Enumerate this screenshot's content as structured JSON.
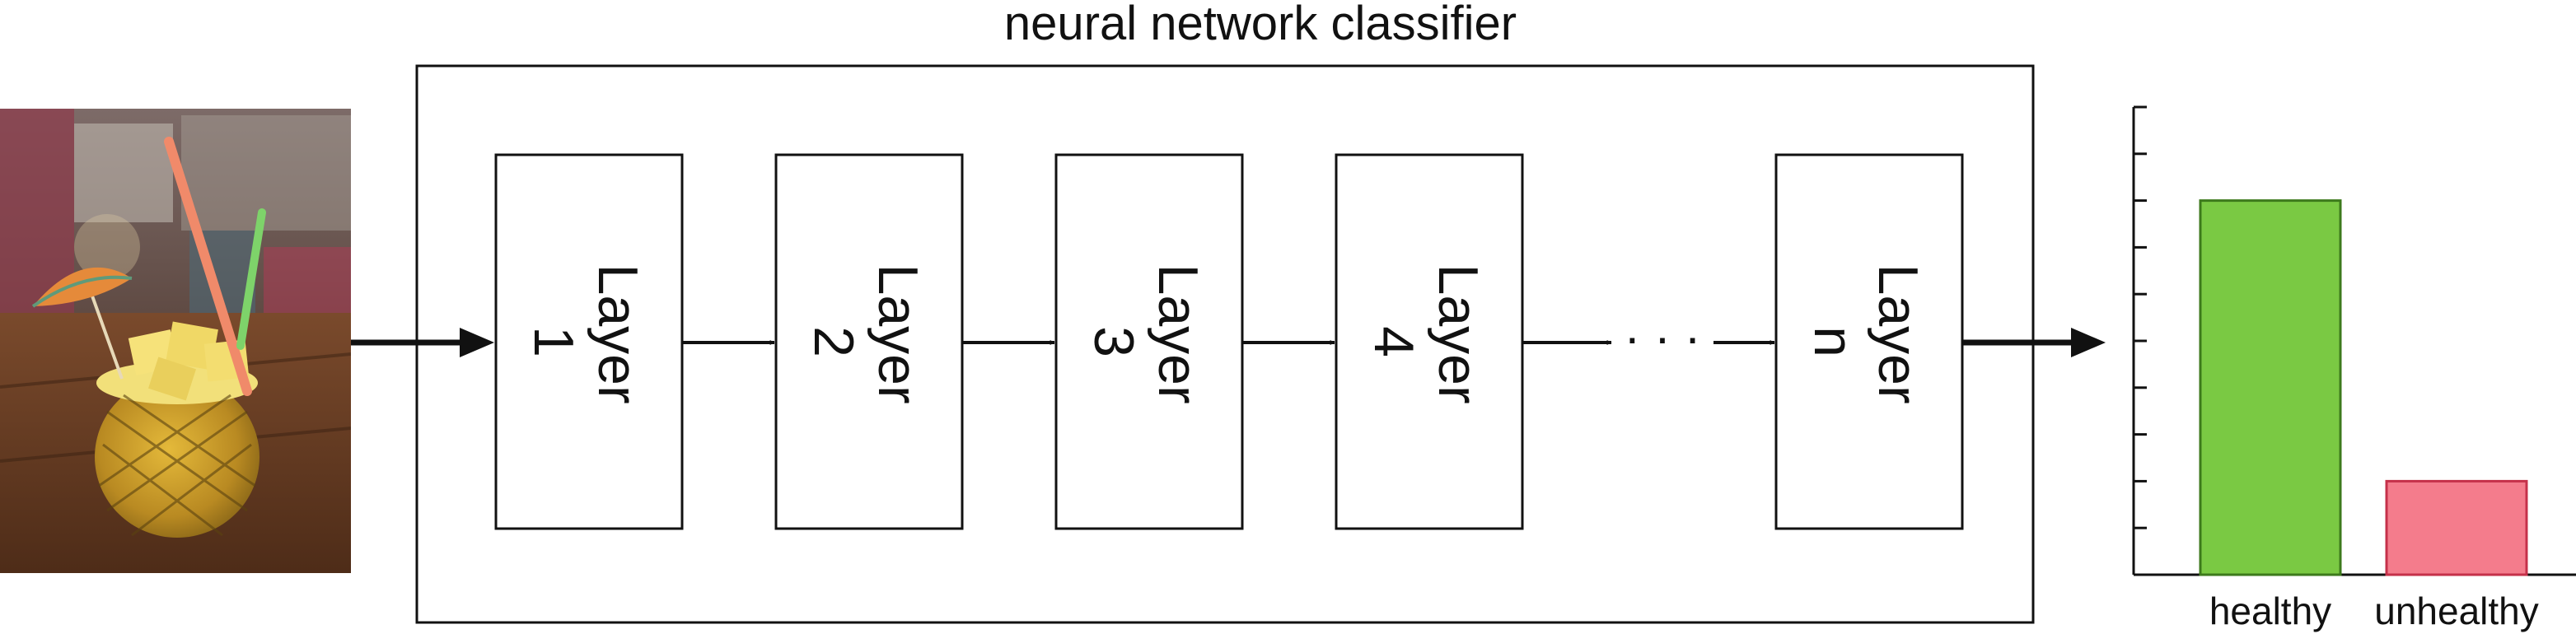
{
  "title": "neural network classifier",
  "input_image": {
    "subject": "pineapple drink with straws and cocktail umbrella"
  },
  "layers": [
    {
      "word": "Layer",
      "index": "1"
    },
    {
      "word": "Layer",
      "index": "2"
    },
    {
      "word": "Layer",
      "index": "3"
    },
    {
      "word": "Layer",
      "index": "4"
    },
    {
      "word": "Layer",
      "index": "n"
    }
  ],
  "ellipsis": "· · ·",
  "chart_data": {
    "type": "bar",
    "categories": [
      "healthy",
      "unhealthy"
    ],
    "values": [
      0.8,
      0.2
    ],
    "ylim": [
      0,
      1
    ],
    "colors": [
      "#7ac943",
      "#f47c8c"
    ]
  },
  "colors": {
    "line": "#111111",
    "bar_healthy": "#7ac943",
    "bar_unhealthy": "#f47c8c"
  }
}
